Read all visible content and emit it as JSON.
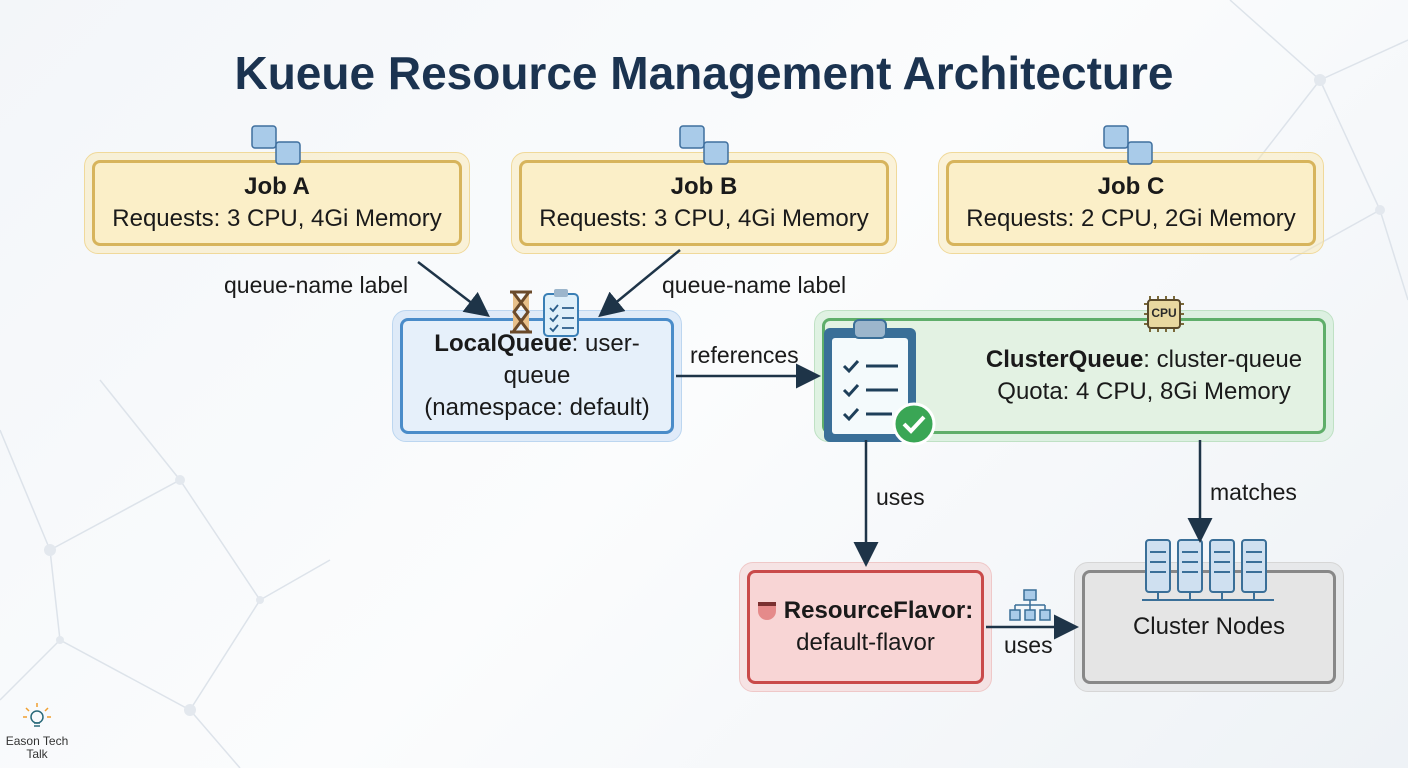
{
  "title": "Kueue Resource Management Architecture",
  "jobs": [
    {
      "name": "Job A",
      "requests": "Requests: 3 CPU, 4Gi Memory"
    },
    {
      "name": "Job B",
      "requests": "Requests: 3 CPU, 4Gi Memory"
    },
    {
      "name": "Job C",
      "requests": "Requests: 2 CPU, 2Gi Memory"
    }
  ],
  "local_queue": {
    "kind": "LocalQueue",
    "name": ": user-queue",
    "namespace": "(namespace: default)"
  },
  "cluster_queue": {
    "kind": "ClusterQueue",
    "name": ": cluster-queue",
    "quota": "Quota: 4 CPU, 8Gi Memory",
    "chip_label": "CPU"
  },
  "resource_flavor": {
    "kind": "ResourceFlavor:",
    "name": "default-flavor"
  },
  "cluster_nodes": {
    "label": "Cluster Nodes"
  },
  "edges": {
    "job_a_label": "queue-name label",
    "job_b_label": "queue-name label",
    "references": "references",
    "uses_flavor": "uses",
    "matches": "matches",
    "uses_nodes": "uses"
  },
  "logo": {
    "text_line1": "Eason Tech",
    "text_line2": "Talk"
  },
  "colors": {
    "title": "#1b3350",
    "job": "#fbefc8",
    "local_queue": "#e6f0fa",
    "cluster_queue": "#e3f2e3",
    "resource_flavor": "#f8d5d5",
    "nodes": "#e5e5e5",
    "arrow": "#1e3448"
  }
}
